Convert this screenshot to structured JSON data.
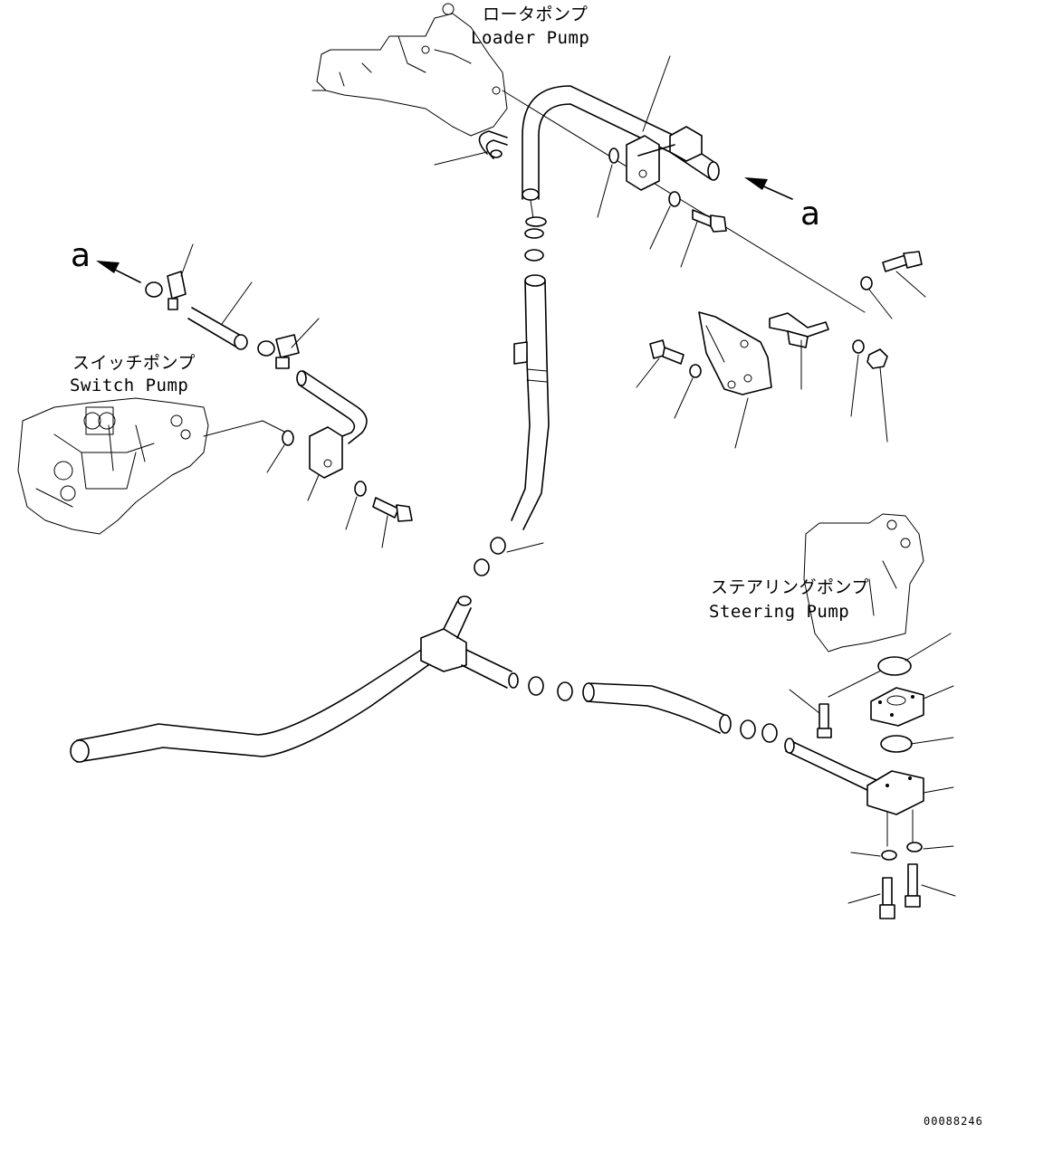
{
  "labels": {
    "loader_pump_ja": "ロータポンプ",
    "loader_pump_en": "Loader Pump",
    "switch_pump_ja": "スイッチポンプ",
    "switch_pump_en": "Switch Pump",
    "steering_pump_ja": "ステアリングポンプ",
    "steering_pump_en": "Steering Pump",
    "view_marker_right": "a",
    "view_marker_left": "a",
    "document_id": "00088246"
  }
}
